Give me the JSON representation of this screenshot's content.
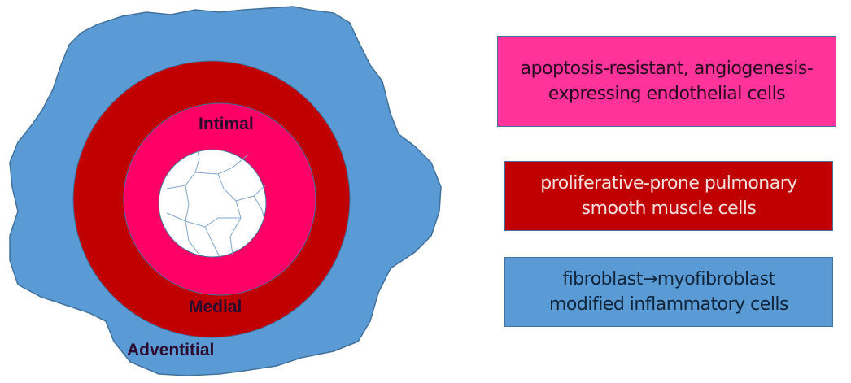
{
  "layers": {
    "intimal": "Intimal",
    "medial": "Medial",
    "adventitial": "Adventitial"
  },
  "legend": [
    {
      "lines": [
        "apoptosis-resistant, angiogenesis-",
        "expressing endothelial cells"
      ],
      "color": "#ff3399"
    },
    {
      "lines": [
        "proliferative-prone pulmonary",
        "smooth muscle cells"
      ],
      "color": "#c00000"
    },
    {
      "lines": [
        "fibroblast→myofibroblast",
        "modified inflammatory cells"
      ],
      "color": "#5b9bd5"
    }
  ],
  "colors": {
    "adventitia": "#5b9bd5",
    "media": "#c00000",
    "intima": "#ff0066",
    "lumen": "#ffffff",
    "outline": "#41719c"
  }
}
